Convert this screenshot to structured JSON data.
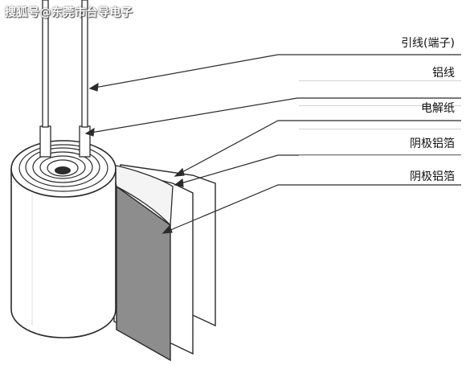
{
  "watermark": "搜狐号@东莞市台导电子",
  "labels": {
    "lead_terminal": "引线(端子)",
    "aluminum_wire": "铝线",
    "electrolytic_paper": "电解纸",
    "cathode_foil_1": "阴极铝箔",
    "cathode_foil_2": "阴极铝箔"
  },
  "colors": {
    "outline": "#2b2b2b",
    "foil_gray": "#8d8d8d",
    "separator": "#d2d2d2",
    "paper": "#ffffff"
  }
}
